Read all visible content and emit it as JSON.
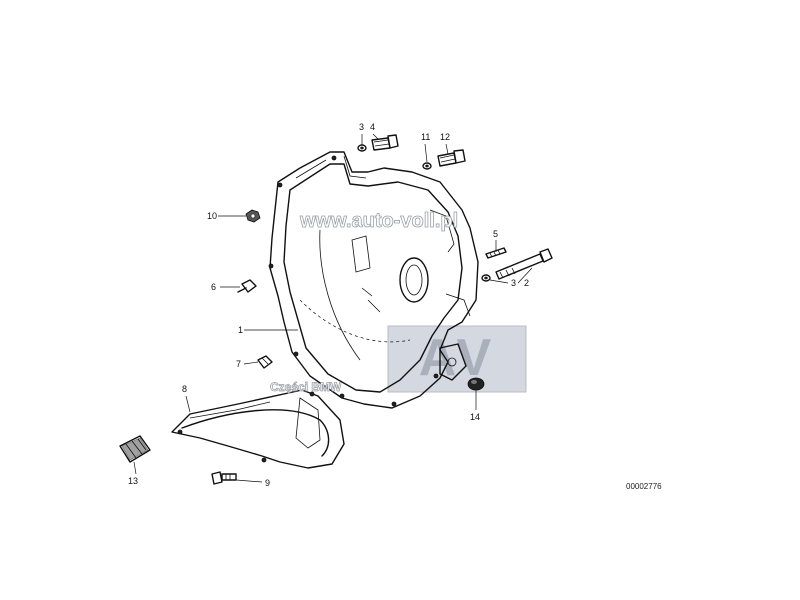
{
  "callouts": [
    "1",
    "2",
    "3",
    "3",
    "4",
    "5",
    "6",
    "7",
    "8",
    "9",
    "10",
    "11",
    "12",
    "13",
    "14"
  ],
  "reference_number": "00002776",
  "watermarks": {
    "site": "www.auto-voll.pl",
    "logo_text": "AV",
    "caption": "Części BMW"
  },
  "colors": {
    "line": "#111111",
    "watermark_box": "#c9cdd6",
    "watermark_text_stroke": "#9aa0a8"
  }
}
